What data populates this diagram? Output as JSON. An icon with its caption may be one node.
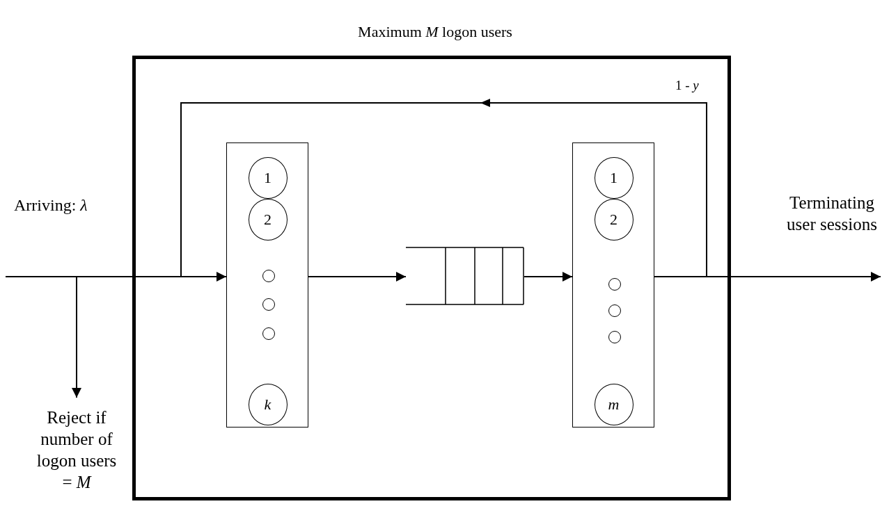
{
  "diagram": {
    "nodes": [
      {
        "text": [
          "Maximum *M* logon users"
        ]
      },
      {
        "text": [],
        "shape": "box",
        "in": 0
      },
      {
        "text": [
          "1"
        ],
        "in": 1
      },
      {
        "text": [
          "2"
        ],
        "in": 1
      },
      {
        "text": [],
        "shape": "circle",
        "in": 1
      },
      {
        "text": [],
        "shape": "circle",
        "in": 1
      },
      {
        "text": [],
        "shape": "circle",
        "in": 1
      },
      {
        "text": [
          "*k*"
        ],
        "in": 1
      },
      {
        "text": [],
        "shape": "box",
        "in": 0
      },
      {
        "text": [],
        "shape": "box",
        "in": 0
      },
      {
        "text": [
          "1"
        ],
        "in": 9
      },
      {
        "text": [
          "2"
        ],
        "in": 9
      },
      {
        "text": [],
        "shape": "circle",
        "in": 9
      },
      {
        "text": [],
        "shape": "circle",
        "in": 9
      },
      {
        "text": [],
        "shape": "circle",
        "in": 9
      },
      {
        "text": [
          "*m*"
        ],
        "in": 9
      },
      {
        "text": [
          "Terminating user sessions"
        ]
      },
      {
        "text": [
          "Reject if number of logon users = *M*"
        ]
      }
    ],
    "edges": [
      {
        "from": null,
        "to": 1,
        "arrow": "to",
        "label": "Arriving: *λ*"
      },
      {
        "from": null,
        "to": 17,
        "arrow": "to"
      },
      {
        "from": 1,
        "to": 8,
        "arrow": "to"
      },
      {
        "from": 8,
        "to": 9,
        "arrow": "to"
      },
      {
        "from": 9,
        "to": 16,
        "arrow": "to"
      },
      {
        "from": 9,
        "to": 1,
        "arrow": "to",
        "label": "1 - *y*"
      }
    ]
  }
}
